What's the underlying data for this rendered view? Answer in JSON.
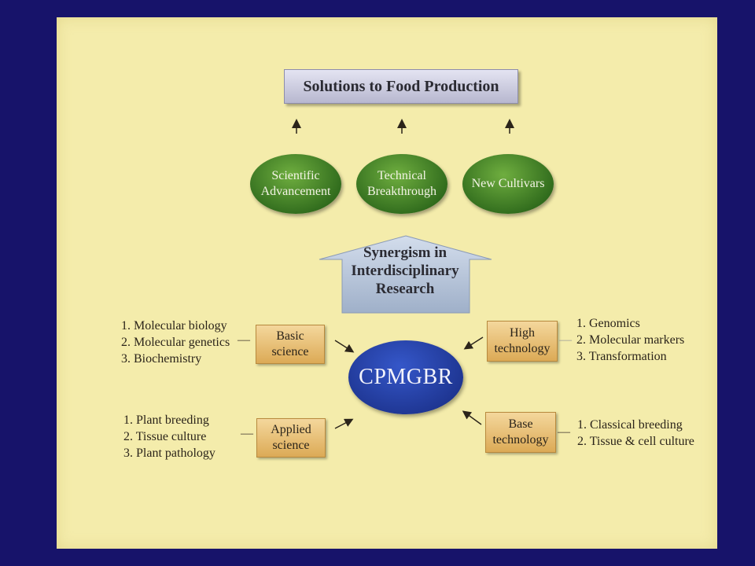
{
  "title": "Solutions to Food Production",
  "outcomes": [
    {
      "label": "Scientific\nAdvancement"
    },
    {
      "label": "Technical\nBreakthrough"
    },
    {
      "label": "New Cultivars"
    }
  ],
  "synergy_label": "Synergism in\nInterdisciplinary\nResearch",
  "center_label": "CPMGBR",
  "basic_science": {
    "label": "Basic\nscience",
    "items": [
      "1. Molecular biology",
      "2. Molecular genetics",
      "3. Biochemistry"
    ]
  },
  "applied_science": {
    "label": "Applied\nscience",
    "items": [
      "1. Plant breeding",
      "2. Tissue culture",
      "3. Plant pathology"
    ]
  },
  "high_technology": {
    "label": "High\ntechnology",
    "items": [
      "1. Genomics",
      "2. Molecular markers",
      "3. Transformation"
    ]
  },
  "base_technology": {
    "label": "Base\ntechnology",
    "items": [
      "1. Classical breeding",
      "2. Tissue & cell culture"
    ]
  },
  "colors": {
    "background": "#17136a",
    "panel": "#f4ecab",
    "green_oval": "#3f7f26",
    "center_oval": "#2744b0",
    "orange_box": "#e8be6e",
    "arrow_fill": "#b9c7dd"
  }
}
